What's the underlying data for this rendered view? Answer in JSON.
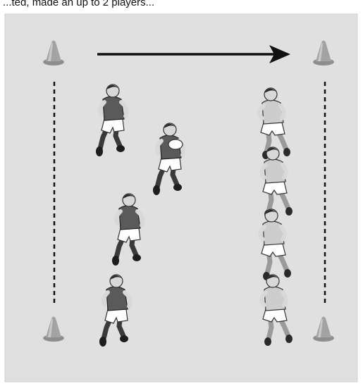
{
  "caption_fragment": "...ted, made an up to 2 players...",
  "colors": {
    "field": "#e0e0e0",
    "border": "#cfcfcf",
    "cone": "#a3a3a3",
    "arrow": "#111111",
    "dark_team_shirt": "#5a5a5a",
    "light_team_shirt": "#cdcdcd",
    "shorts": "#ffffff",
    "skin": "#d8d8d8",
    "hair": "#2a2a2a"
  },
  "icons": {
    "cone": "cone-icon",
    "attacker": "attacking-player-icon",
    "defender": "defending-player-icon",
    "ball": "rugby-ball-icon",
    "arrow": "direction-arrow-icon"
  },
  "drill": {
    "cone_count": 4,
    "attacker_count": 4,
    "defender_count": 4,
    "ball_carrier_index": 1,
    "run_direction": "left-to-right"
  }
}
